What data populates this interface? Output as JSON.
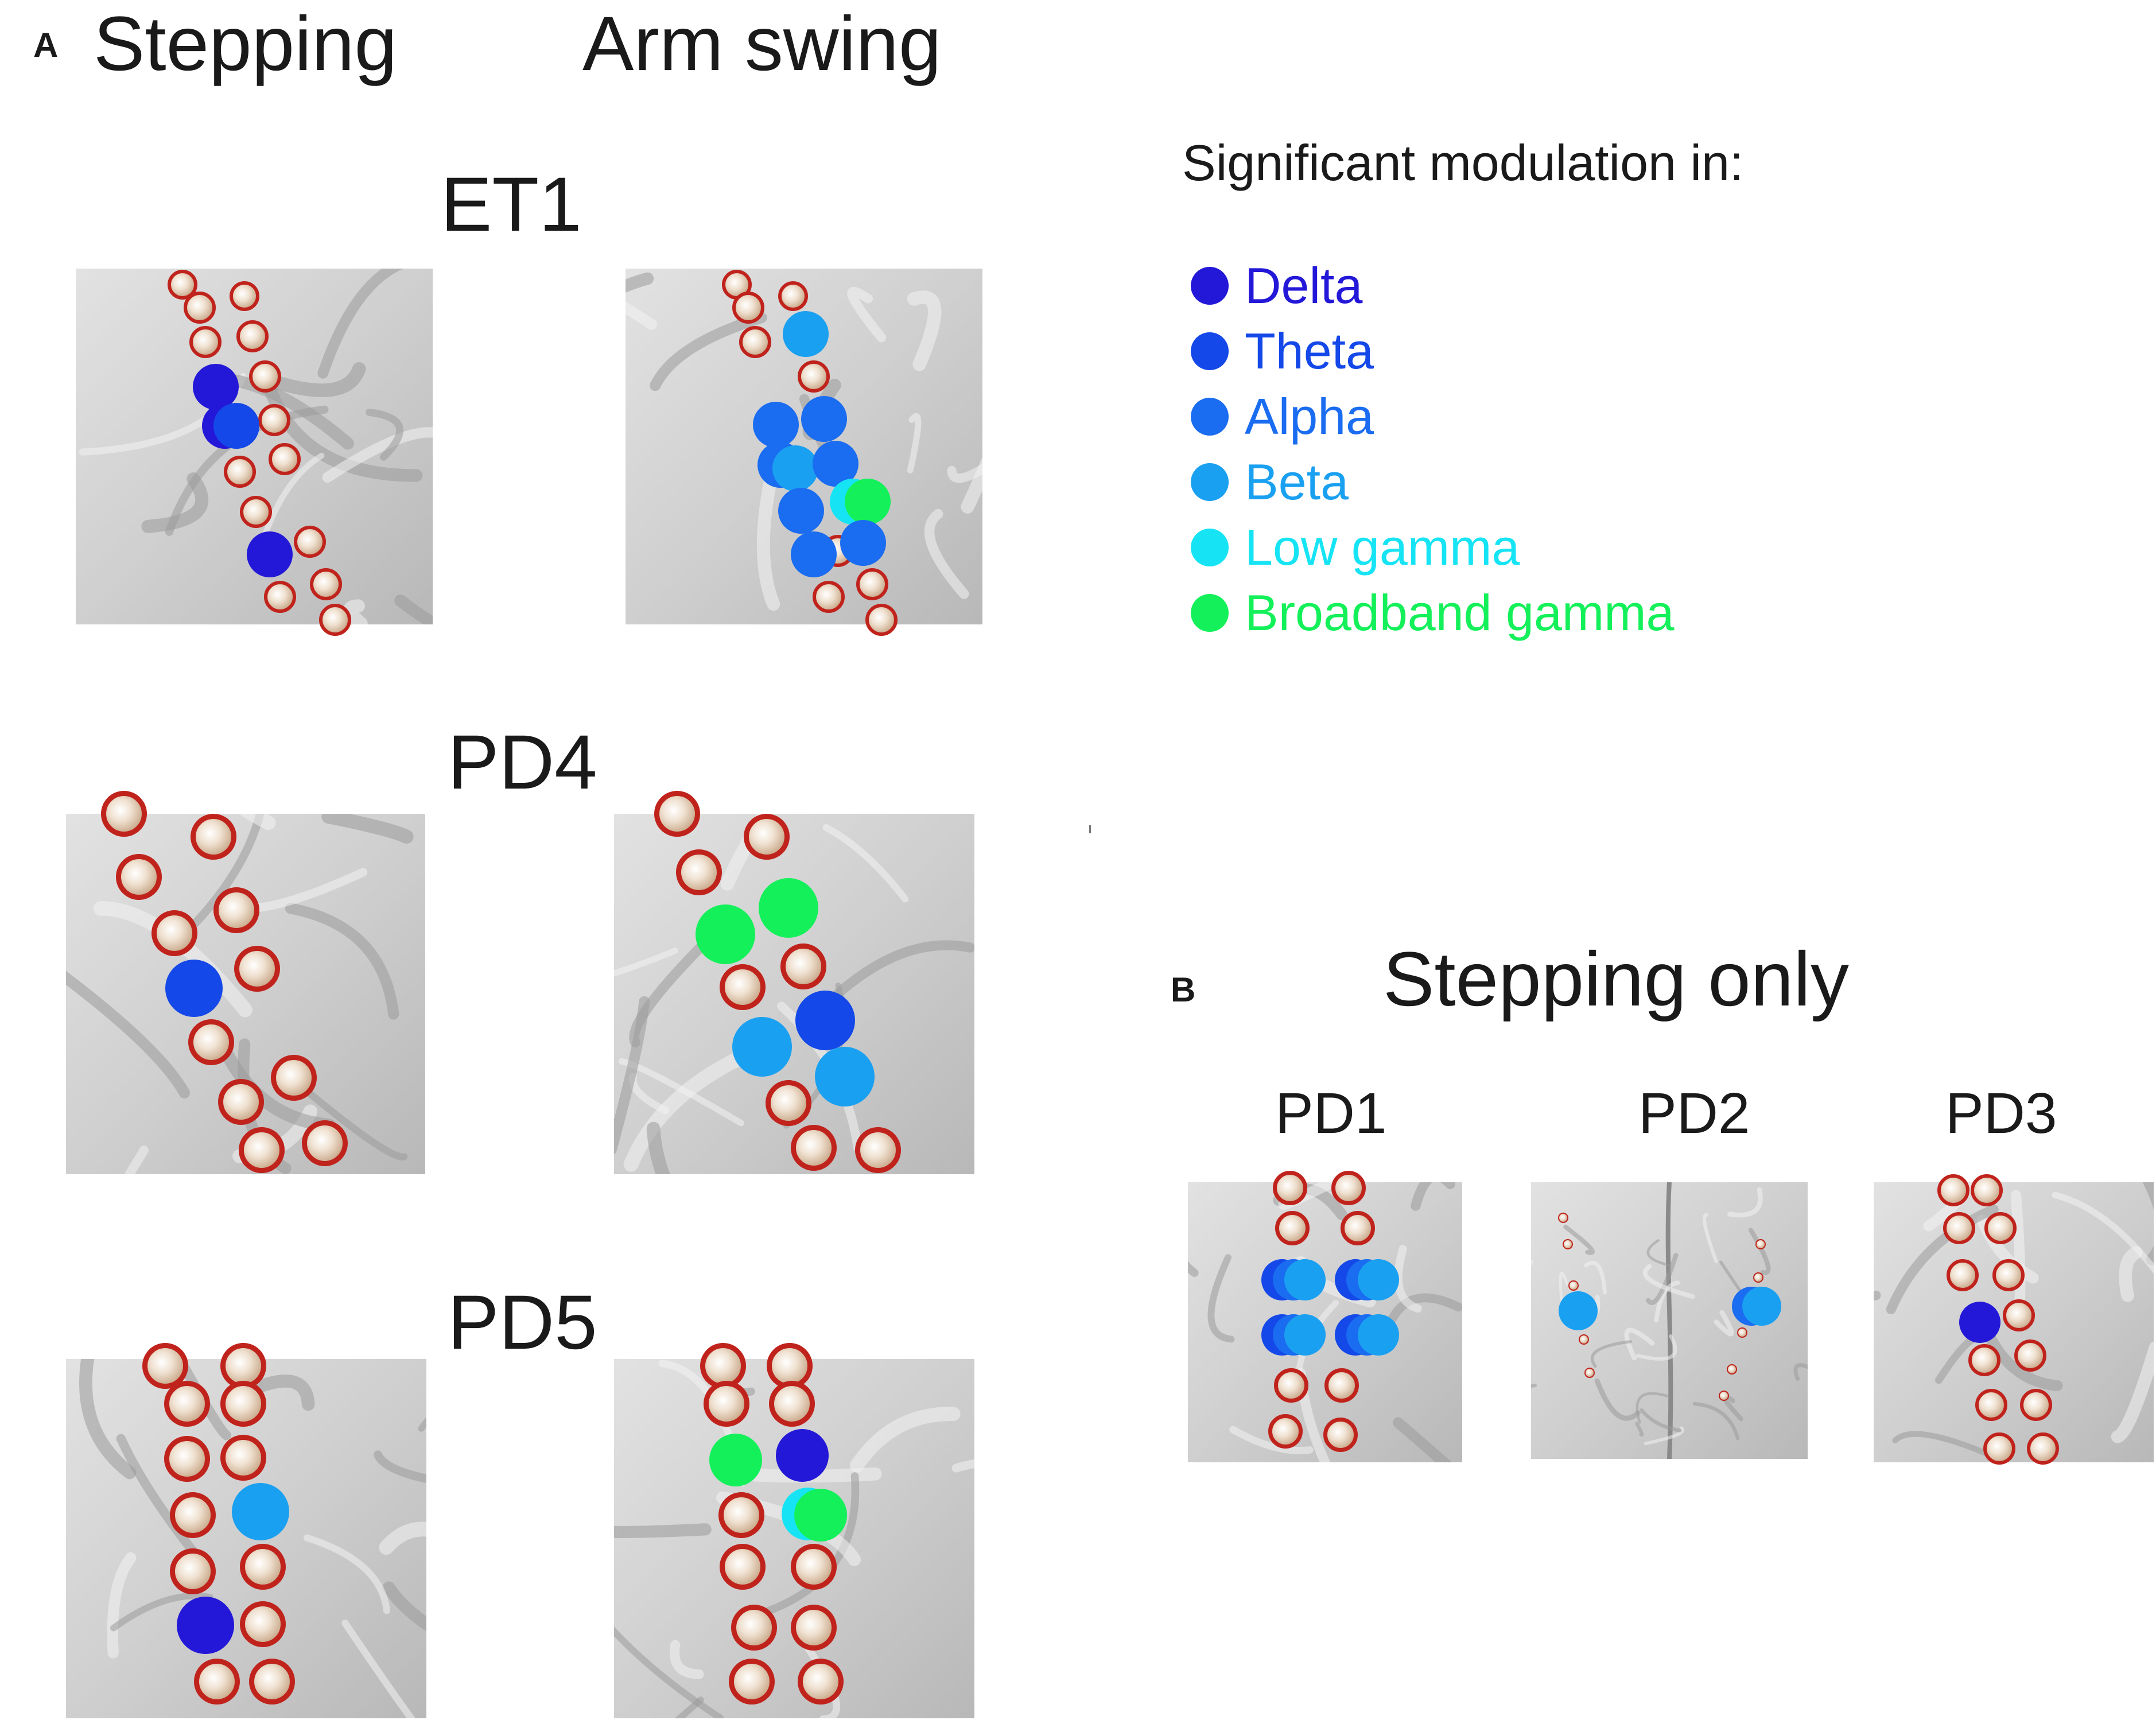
{
  "panel_a": {
    "letter": "A",
    "col_stepping": "Stepping",
    "col_arm_swing": "Arm swing",
    "subjects": [
      {
        "id": "et1",
        "label": "ET1"
      },
      {
        "id": "pd4",
        "label": "PD4"
      },
      {
        "id": "pd5",
        "label": "PD5"
      }
    ]
  },
  "panel_b": {
    "letter": "B",
    "title": "Stepping only",
    "subjects": [
      {
        "id": "pd1",
        "label": "PD1"
      },
      {
        "id": "pd2",
        "label": "PD2"
      },
      {
        "id": "pd3",
        "label": "PD3"
      }
    ]
  },
  "legend": {
    "title": "Significant modulation in:",
    "items": [
      {
        "label": "Delta",
        "color": "#2418d8"
      },
      {
        "label": "Theta",
        "color": "#1448e8"
      },
      {
        "label": "Alpha",
        "color": "#1a6cf0"
      },
      {
        "label": "Beta",
        "color": "#1aa0f0"
      },
      {
        "label": "Low gamma",
        "color": "#16e4f4"
      },
      {
        "label": "Broadband gamma",
        "color": "#14f05a"
      }
    ]
  },
  "colors": {
    "electrode_ring": "#c0231c",
    "electrode_fill": "#f0e2d2",
    "brain_surface": "#c8c8c8"
  },
  "icons": [
    "brain-surface-image",
    "electrode-contact-icon",
    "modulation-dot-icon"
  ]
}
